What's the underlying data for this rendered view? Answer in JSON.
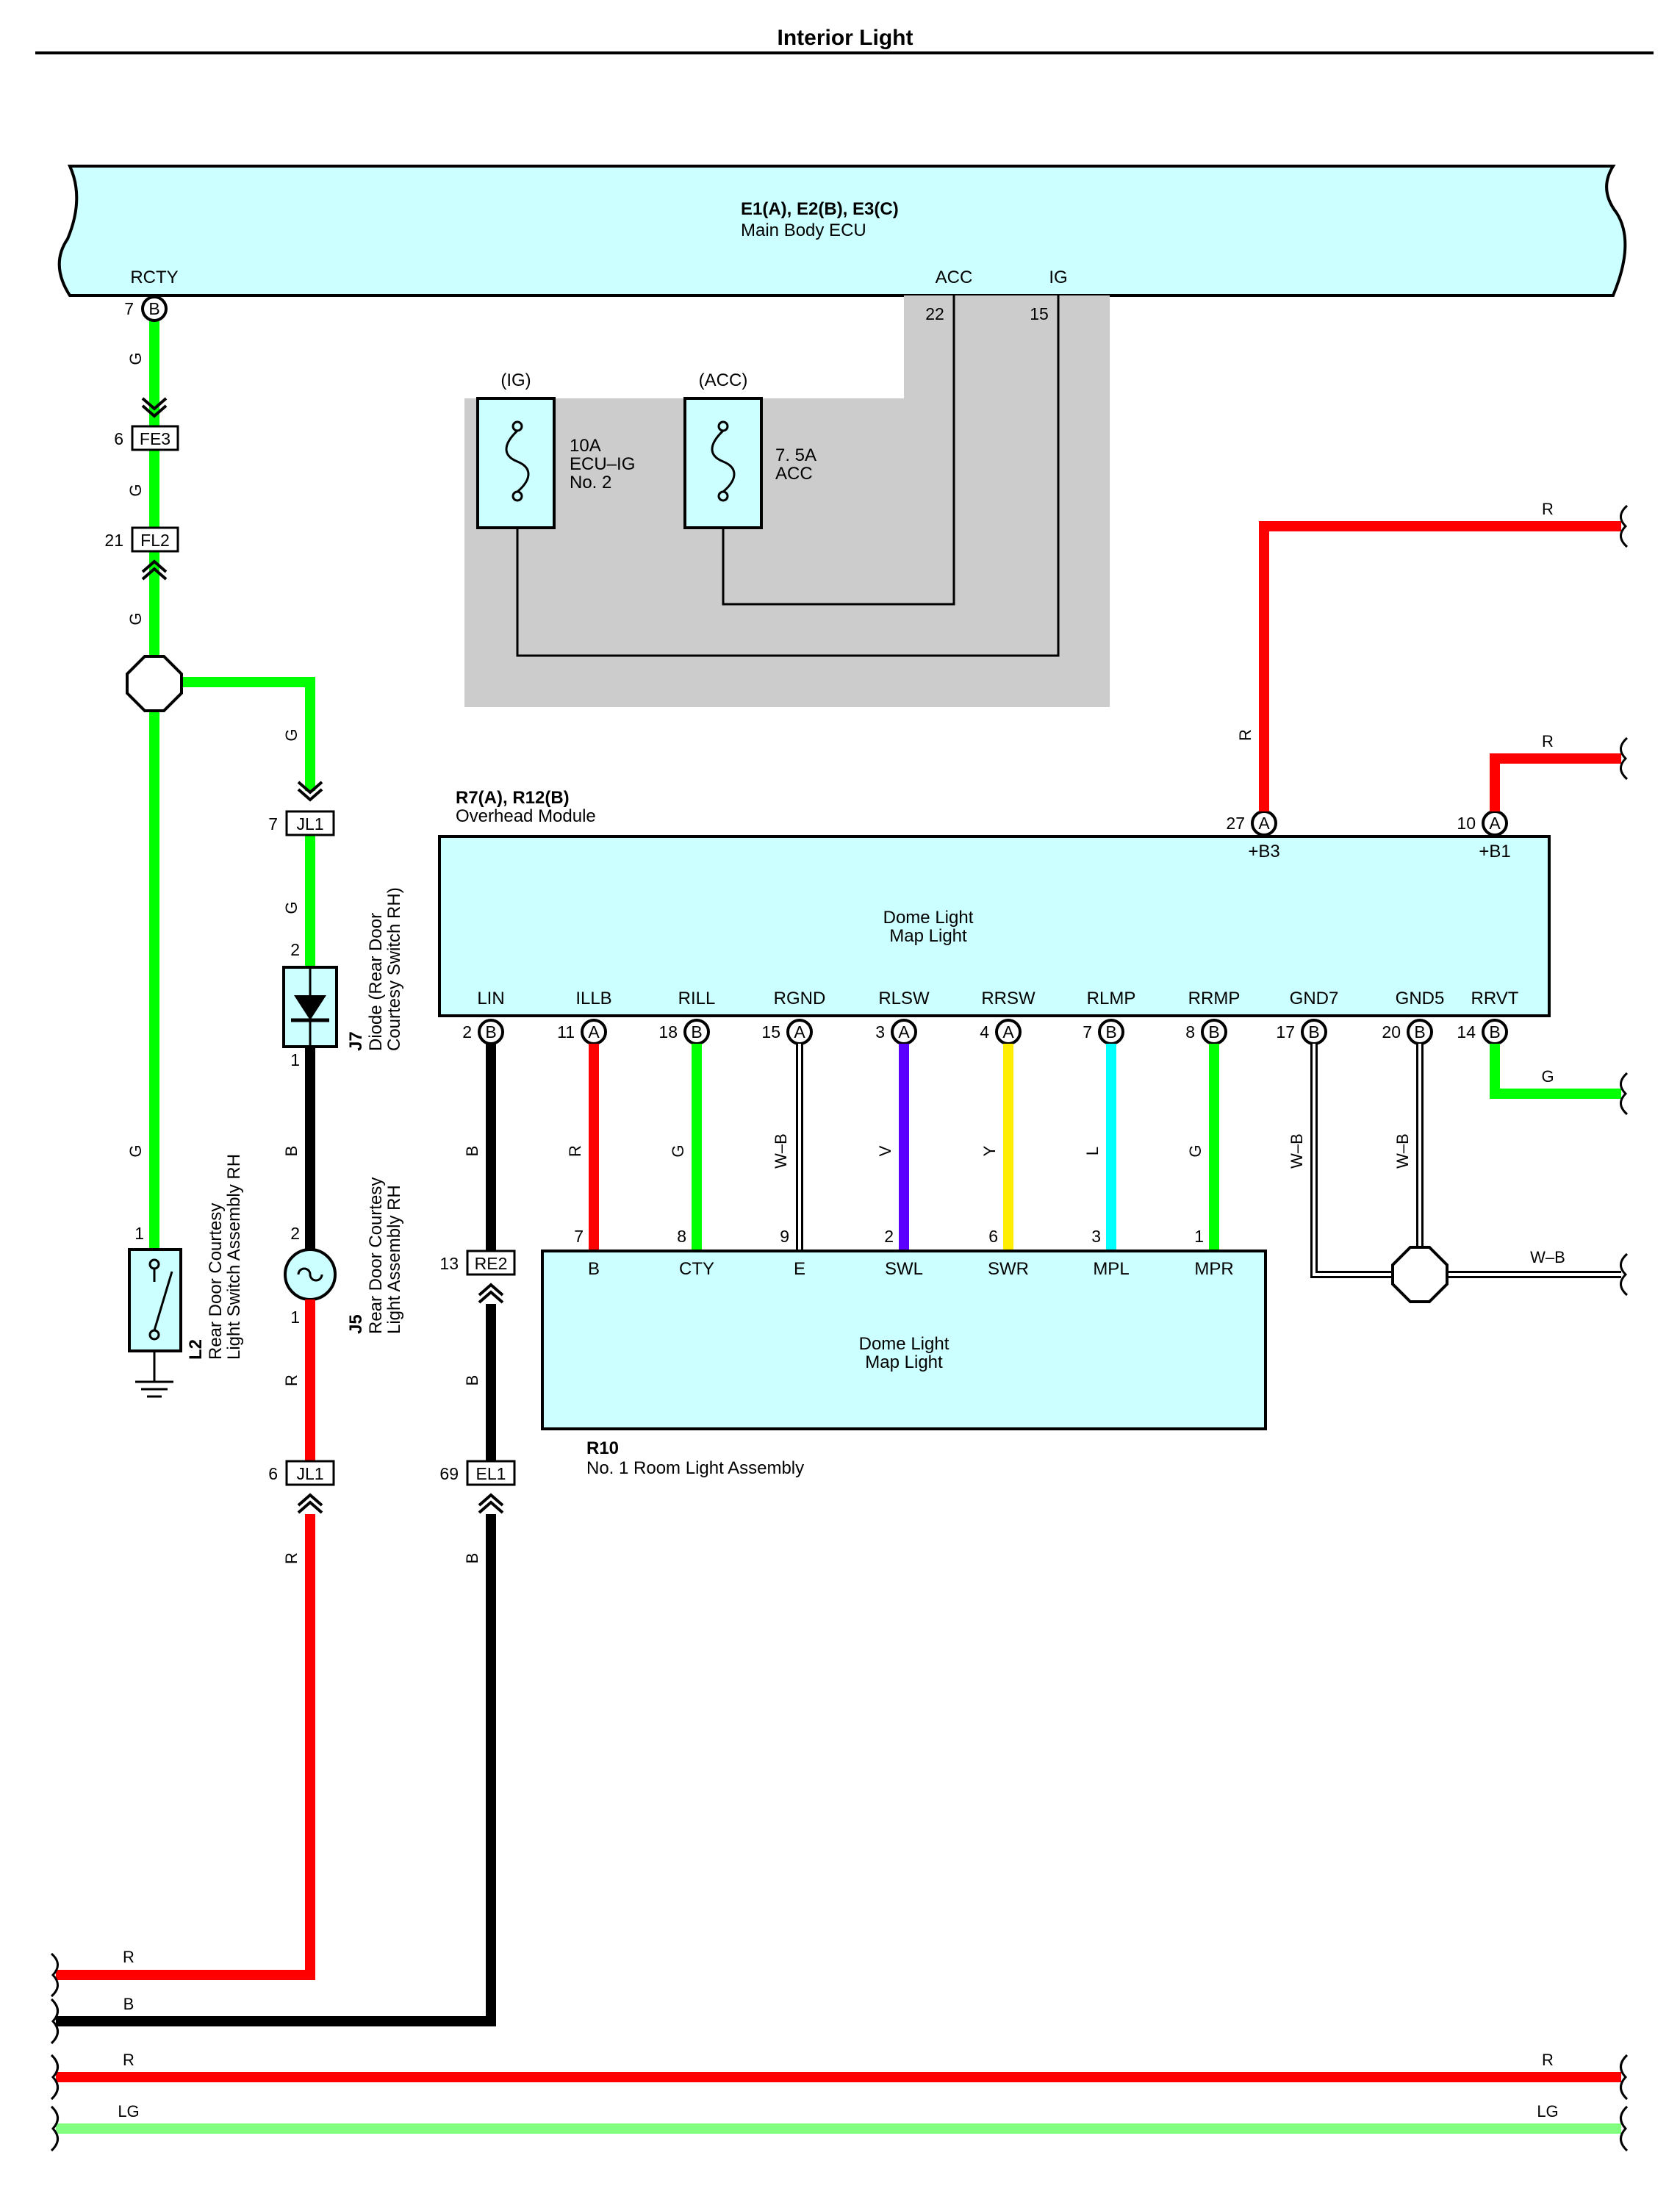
{
  "title": "Interior Light",
  "ecu": {
    "code": "E1(A), E2(B), E3(C)",
    "name": "Main Body ECU",
    "rcty_label": "RCTY",
    "rcty_pin": "7",
    "rcty_conn": "B",
    "acc_label": "ACC",
    "acc_pin": "22",
    "ig_label": "IG",
    "ig_pin": "15"
  },
  "fuses": {
    "ig_tag": "(IG)",
    "ig_line1": "10A",
    "ig_line2": "ECU–IG",
    "ig_line3": "No. 2",
    "acc_tag": "(ACC)",
    "acc_line1": "7. 5A",
    "acc_line2": "ACC"
  },
  "connectors": {
    "fe3": {
      "name": "FE3",
      "pin": "6"
    },
    "fl2": {
      "name": "FL2",
      "pin": "21"
    },
    "jl1_top": {
      "name": "JL1",
      "pin": "7"
    },
    "jl1_bottom": {
      "name": "JL1",
      "pin": "6"
    },
    "re2": {
      "name": "RE2",
      "pin": "13"
    },
    "el1": {
      "name": "EL1",
      "pin": "69"
    }
  },
  "switch_l2": {
    "code": "L2",
    "name_line1": "Rear Door Courtesy",
    "name_line2": "Light Switch Assembly RH",
    "pin": "1"
  },
  "diode_j7": {
    "code": "J7",
    "name_line1": "Diode (Rear Door",
    "name_line2": "Courtesy Switch RH)",
    "pin_top": "2",
    "pin_bottom": "1"
  },
  "light_j5": {
    "code": "J5",
    "name_line1": "Rear Door Courtesy",
    "name_line2": "Light Assembly RH",
    "pin_top": "2",
    "pin_bottom": "1"
  },
  "overhead": {
    "code": "R7(A), R12(B)",
    "name": "Overhead Module",
    "line1": "Dome Light",
    "line2": "Map Light",
    "top_pins": [
      {
        "pin": "27",
        "conn": "A",
        "label": "+B3"
      },
      {
        "pin": "10",
        "conn": "A",
        "label": "+B1"
      }
    ],
    "bottom_pins": [
      {
        "label": "LIN",
        "pin": "2",
        "conn": "B"
      },
      {
        "label": "ILLB",
        "pin": "11",
        "conn": "A"
      },
      {
        "label": "RILL",
        "pin": "18",
        "conn": "B"
      },
      {
        "label": "RGND",
        "pin": "15",
        "conn": "A"
      },
      {
        "label": "RLSW",
        "pin": "3",
        "conn": "A"
      },
      {
        "label": "RRSW",
        "pin": "4",
        "conn": "A"
      },
      {
        "label": "RLMP",
        "pin": "7",
        "conn": "B"
      },
      {
        "label": "RRMP",
        "pin": "8",
        "conn": "B"
      },
      {
        "label": "GND7",
        "pin": "17",
        "conn": "B"
      },
      {
        "label": "GND5",
        "pin": "20",
        "conn": "B"
      },
      {
        "label": "RRVT",
        "pin": "14",
        "conn": "B"
      }
    ]
  },
  "room_light": {
    "code": "R10",
    "name": "No. 1 Room Light Assembly",
    "line1": "Dome Light",
    "line2": "Map Light",
    "pins": [
      {
        "label": "B",
        "pin": "7"
      },
      {
        "label": "CTY",
        "pin": "8"
      },
      {
        "label": "E",
        "pin": "9"
      },
      {
        "label": "SWL",
        "pin": "2"
      },
      {
        "label": "SWR",
        "pin": "6"
      },
      {
        "label": "MPL",
        "pin": "3"
      },
      {
        "label": "MPR",
        "pin": "1"
      }
    ]
  },
  "wire_codes": {
    "g": "G",
    "b": "B",
    "r": "R",
    "wb": "W–B",
    "v": "V",
    "y": "Y",
    "l": "L",
    "lg": "LG"
  },
  "colors": {
    "red": "#ff0000",
    "green": "#00ff00",
    "black": "#000000",
    "violet": "#5b00ff",
    "yellow": "#ffee00",
    "cyan": "#00ffff",
    "light_green": "#80ff80",
    "box_fill": "#ccffff",
    "fuse_area": "#cccccc"
  }
}
